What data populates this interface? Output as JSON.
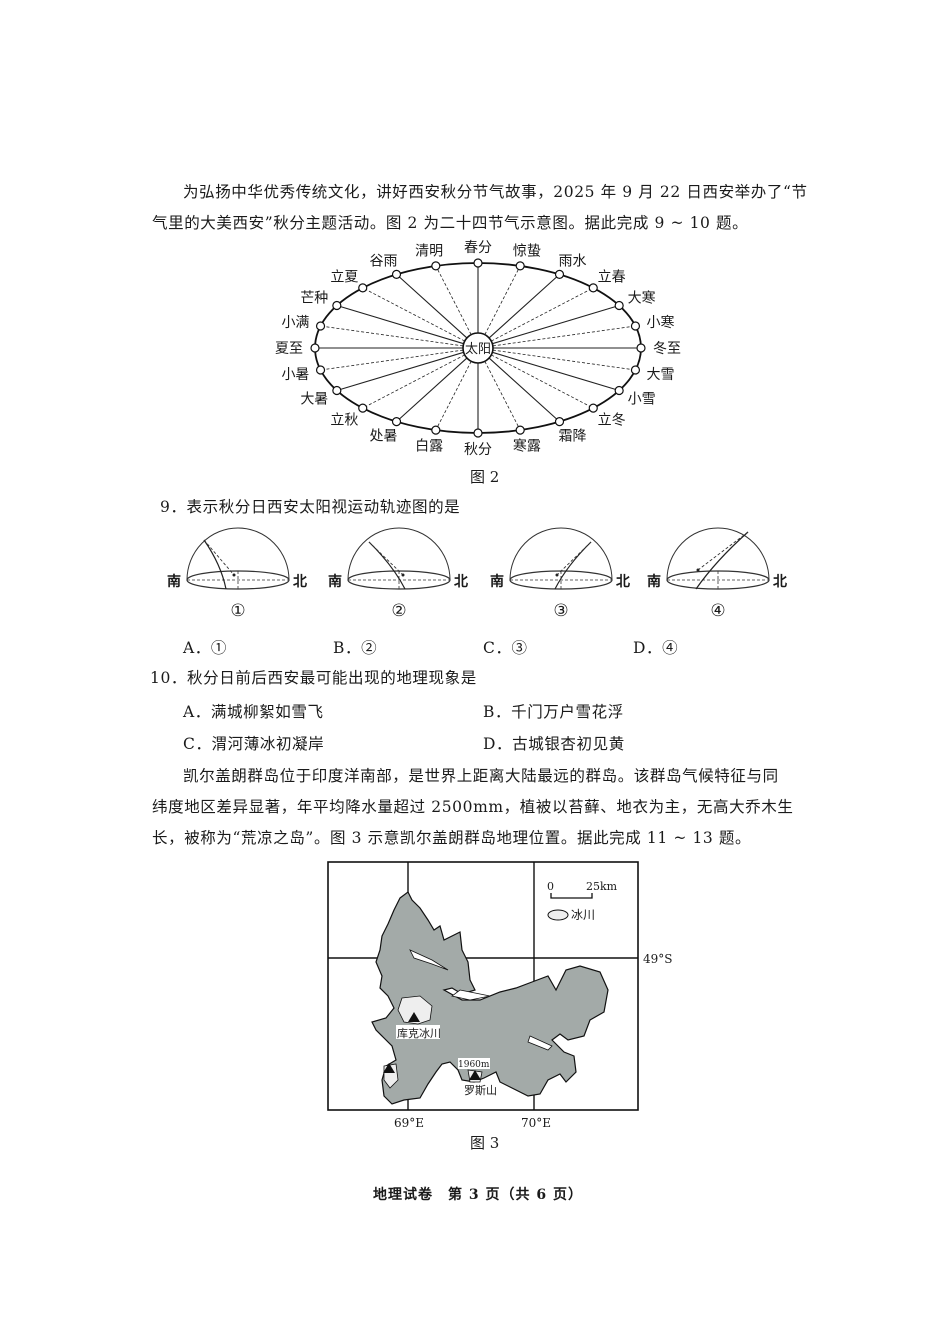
{
  "intro1": {
    "lines": [
      "为弘扬中华优秀传统文化，讲好西安秋分节气故事，2025 年 9 月 22 日西安举办了“节",
      "气里的大美西安”秋分主题活动。图 2 为二十四节气示意图。据此完成 9 ~ 10 题。"
    ]
  },
  "figure2": {
    "caption": "图 2",
    "center_label": "太阳",
    "solar_terms": [
      "春分",
      "惊蛰",
      "雨水",
      "立春",
      "大寒",
      "小寒",
      "冬至",
      "大雪",
      "小雪",
      "立冬",
      "霜降",
      "寒露",
      "秋分",
      "白露",
      "处暑",
      "立秋",
      "大暑",
      "小暑",
      "夏至",
      "小满",
      "芒种",
      "立夏",
      "谷雨",
      "清明"
    ]
  },
  "q9": {
    "stem": "9．表示秋分日西安太阳视运动轨迹图的是",
    "south_label": "南",
    "north_label": "北",
    "diagram_labels": [
      "①",
      "②",
      "③",
      "④"
    ],
    "options": [
      "A．①",
      "B．②",
      "C．③",
      "D．④"
    ]
  },
  "q10": {
    "stem": "10．秋分日前后西安最可能出现的地理现象是",
    "options": [
      "A．满城柳絮如雪飞",
      "B．千门万户雪花浮",
      "C．渭河薄冰初凝岸",
      "D．古城银杏初见黄"
    ]
  },
  "intro2": {
    "lines": [
      "凯尔盖朗群岛位于印度洋南部，是世界上距离大陆最远的群岛。该群岛气候特征与同",
      "纬度地区差异显著，年平均降水量超过 2500mm，植被以苔藓、地衣为主，无高大乔木生",
      "长，被称为“荒凉之岛”。图 3 示意凯尔盖朗群岛地理位置。据此完成 11 ~ 13 题。"
    ]
  },
  "figure3": {
    "caption": "图 3",
    "scale_zero": "0",
    "scale_end": "25km",
    "legend_glacier": "冰川",
    "lat_label": "49°S",
    "lon_labels": [
      "69°E",
      "70°E"
    ],
    "glacier_name": "库克冰川",
    "peak_elevation": "1960m",
    "peak_name": "罗斯山",
    "colors": {
      "land": "#a3aaa8",
      "glacier": "#eeeeee"
    }
  },
  "footer": {
    "text": "地理试卷　第 3 页（共 6 页）"
  }
}
